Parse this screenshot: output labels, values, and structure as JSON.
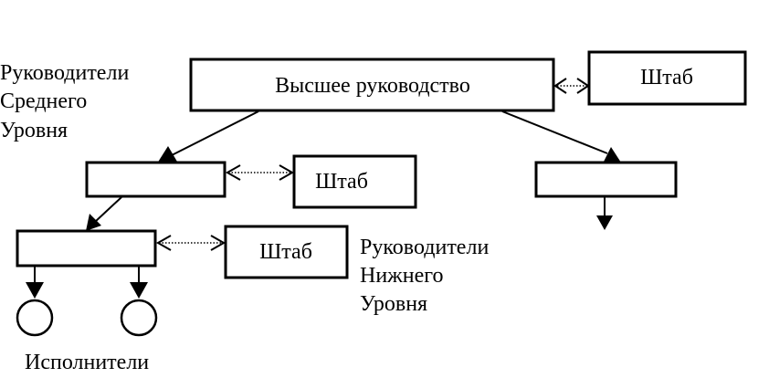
{
  "nodes": {
    "top_management": "Высшее руководство",
    "staff_top": "Штаб",
    "staff_mid": "Штаб",
    "staff_low": "Штаб"
  },
  "labels": {
    "middle_managers": [
      "Руководители",
      "Среднего",
      "Уровня"
    ],
    "lower_managers": [
      "Руководители",
      "Нижнего",
      "Уровня"
    ],
    "executors": "Исполнители"
  }
}
